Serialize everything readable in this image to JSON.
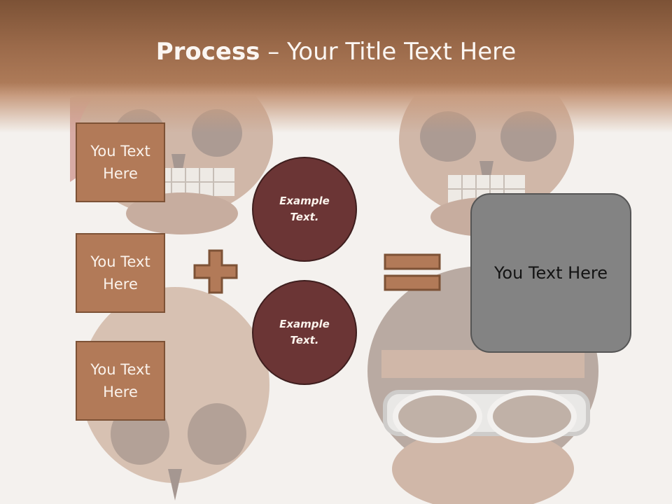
{
  "slide": {
    "title_bold": "Process",
    "title_rest": " – Your Title Text Here"
  },
  "boxes": [
    {
      "label": "You Text Here"
    },
    {
      "label": "You Text Here"
    },
    {
      "label": "You Text Here"
    }
  ],
  "circles": [
    {
      "label": "Example Text."
    },
    {
      "label": "Example Text."
    }
  ],
  "result": {
    "label": "You Text Here"
  },
  "colors": {
    "header": "#9b6a4a",
    "box_fill": "#b27a58",
    "circle_fill": "#6b3535",
    "result_fill": "#838383"
  }
}
